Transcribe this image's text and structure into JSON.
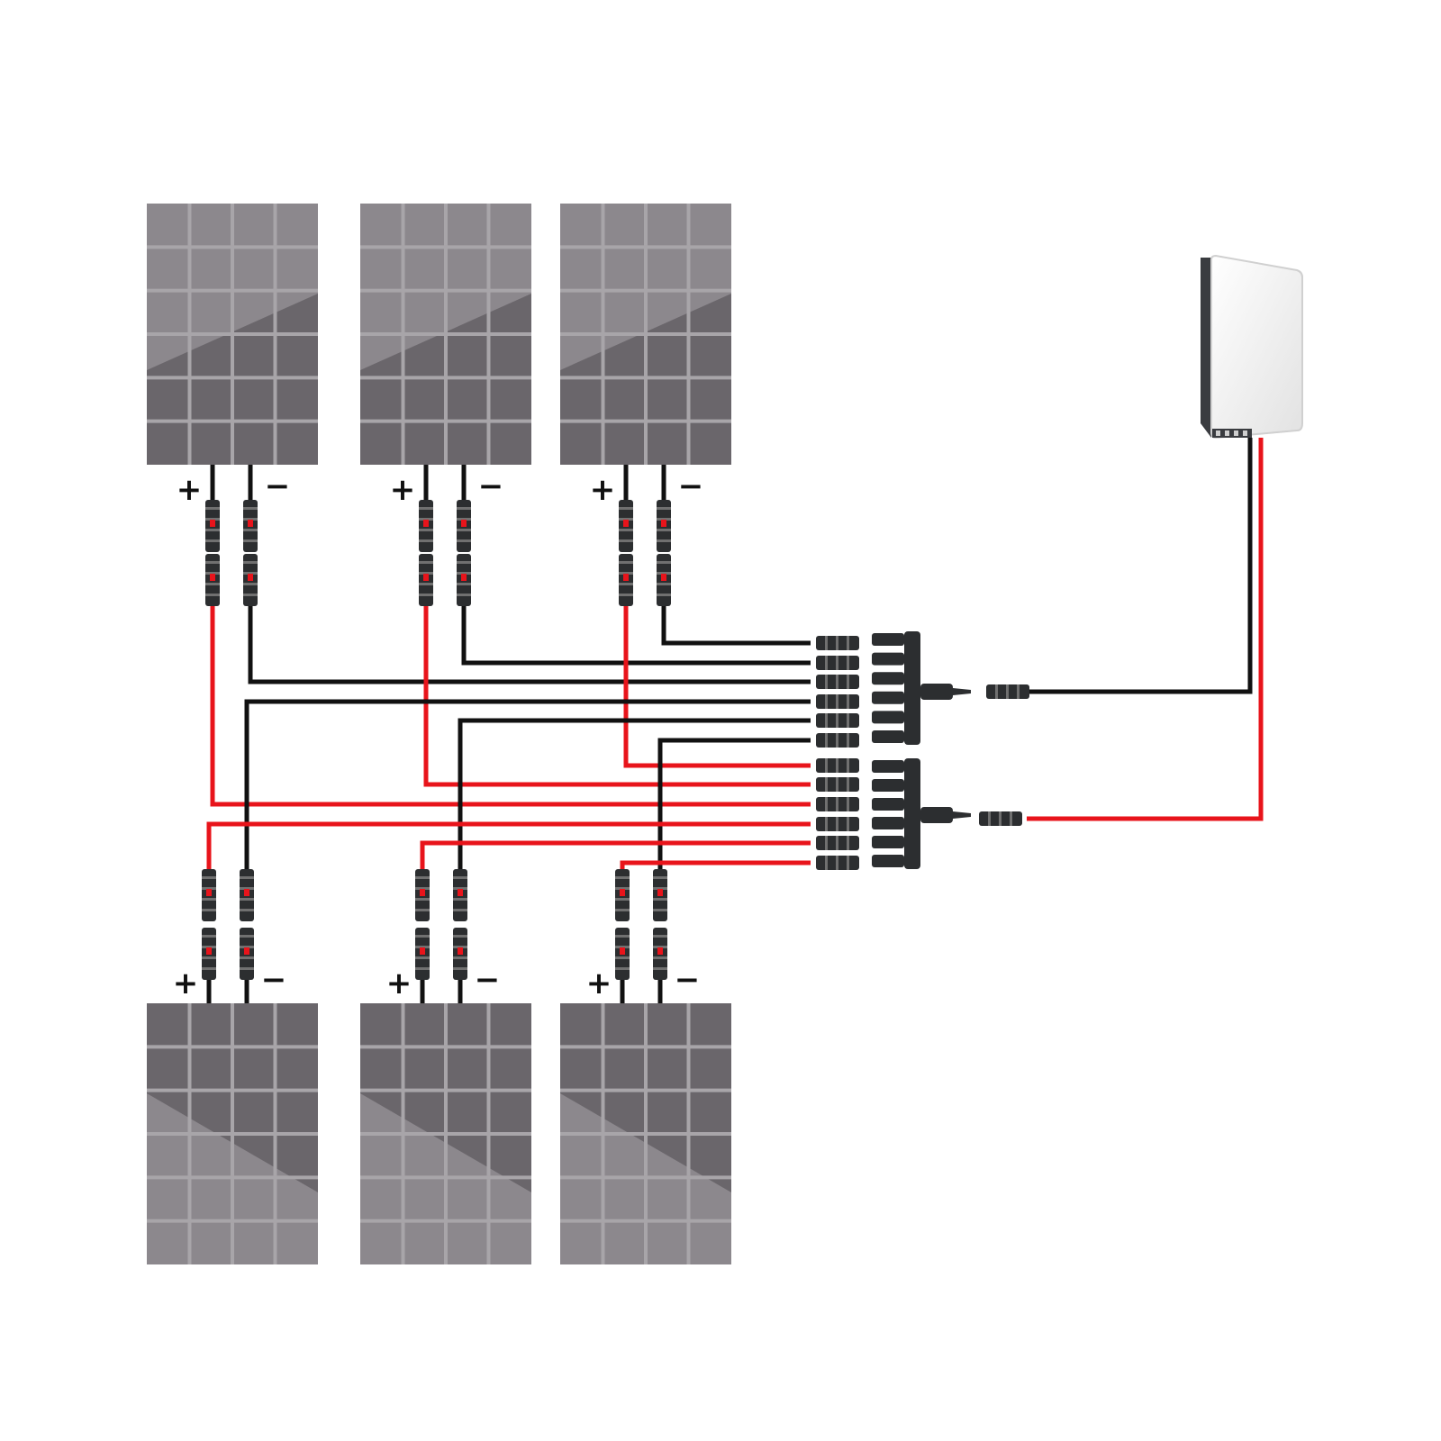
{
  "palette": {
    "background": "#ffffff",
    "panel_dark": "#6a666b",
    "panel_light": "#8c888d",
    "panel_grid": "#a8a5a9",
    "wire_positive": "#e8141b",
    "wire_negative": "#111111",
    "connector_body": "#2c2e30",
    "connector_band": "#707070",
    "inverter_body": "#f2f2f2",
    "inverter_side": "#3a3c40"
  },
  "polarity": {
    "positive": "+",
    "negative": "−"
  },
  "panels": {
    "top": [
      {
        "id": "panel-1",
        "plus": "+",
        "minus": "−"
      },
      {
        "id": "panel-2",
        "plus": "+",
        "minus": "−"
      },
      {
        "id": "panel-3",
        "plus": "+",
        "minus": "−"
      }
    ],
    "bottom": [
      {
        "id": "panel-4",
        "plus": "+",
        "minus": "−"
      },
      {
        "id": "panel-5",
        "plus": "+",
        "minus": "−"
      },
      {
        "id": "panel-6",
        "plus": "+",
        "minus": "−"
      }
    ]
  },
  "icons": {
    "panel": "solar-panel-icon",
    "connector": "mc4-connector-icon",
    "branch": "6-to-1-branch-connector-icon",
    "inverter": "inverter-icon"
  }
}
